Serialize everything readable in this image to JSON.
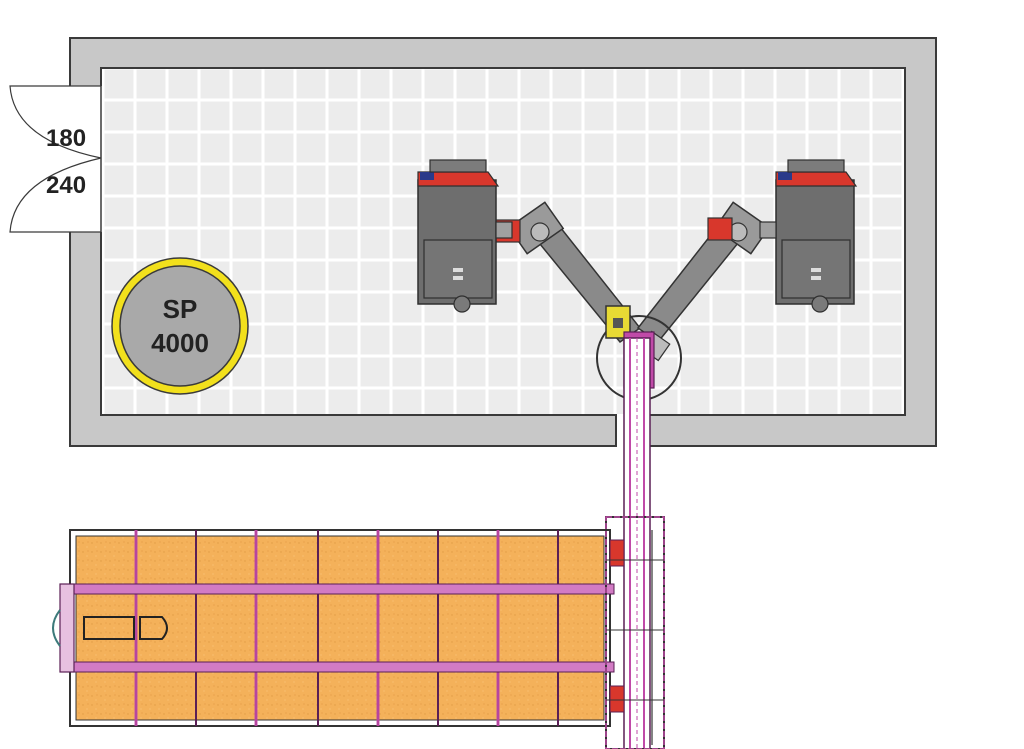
{
  "door": {
    "width_label": "180",
    "height_label": "240"
  },
  "storage_tank": {
    "line1": "SP",
    "line2": "4000"
  },
  "colors": {
    "wall": "#c8c8c8",
    "wall_outline": "#3a3a3a",
    "floor": "#ececec",
    "floor_grid": "#ffffff",
    "boiler_body": "#6e6e6e",
    "boiler_top": "#d8372c",
    "auger": "#c04aa8",
    "fuel_store": "#f4b15a",
    "tank_ring": "#f2e01c",
    "tank_fill": "#a9a9a9",
    "hopper": "#e8da34"
  },
  "icons": [
    "boiler-left-icon",
    "boiler-right-icon",
    "auger-arm-left-icon",
    "auger-arm-right-icon",
    "distributor-icon",
    "fuel-store-icon"
  ]
}
